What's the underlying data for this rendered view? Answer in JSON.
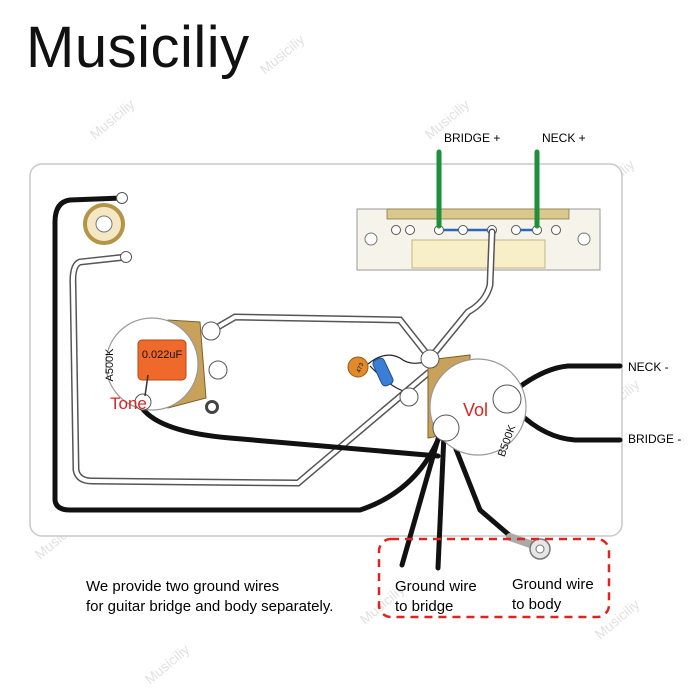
{
  "brand": {
    "name": "Musiciliy"
  },
  "watermark": {
    "text": "Musiciliy"
  },
  "pickup_labels": {
    "bridge_plus": "BRIDGE +",
    "neck_plus": "NECK +",
    "neck_minus": "NECK -",
    "bridge_minus": "BRIDGE -"
  },
  "tone_pot": {
    "value_label": "A500K",
    "name_label": "Tone"
  },
  "tone_cap": {
    "value_label": "0.022uF"
  },
  "vol_pot": {
    "value_label": "B500K",
    "name_label": "Vol"
  },
  "small_cap": {
    "value_label": "473"
  },
  "note": {
    "line1": "We provide two ground wires",
    "line2": "for guitar bridge and body separately."
  },
  "ground_bridge": {
    "line1": "Ground wire",
    "line2": "to bridge"
  },
  "ground_body": {
    "line1": "Ground wire",
    "line2": "to body"
  },
  "colors": {
    "wire_green": "#1f8f3a",
    "callout_red": "#e0231f",
    "pot_tan": "#c8a15a",
    "cap_orange": "#ef6a2a",
    "plate_border": "#c9c9c9"
  }
}
